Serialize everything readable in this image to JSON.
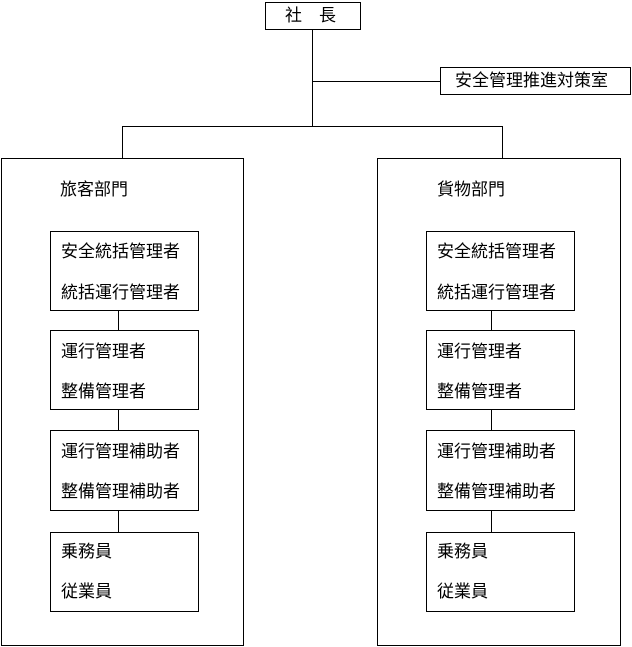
{
  "president": "社　長",
  "safety_office": "安全管理推進対策室",
  "divisions": [
    {
      "name": "旅客部門",
      "roles": [
        [
          "安全統括管理者",
          "統括運行管理者"
        ],
        [
          "運行管理者",
          "整備管理者"
        ],
        [
          "運行管理補助者",
          "整備管理補助者"
        ],
        [
          "乗務員",
          "従業員"
        ]
      ]
    },
    {
      "name": "貨物部門",
      "roles": [
        [
          "安全統括管理者",
          "統括運行管理者"
        ],
        [
          "運行管理者",
          "整備管理者"
        ],
        [
          "運行管理補助者",
          "整備管理補助者"
        ],
        [
          "乗務員",
          "従業員"
        ]
      ]
    }
  ]
}
